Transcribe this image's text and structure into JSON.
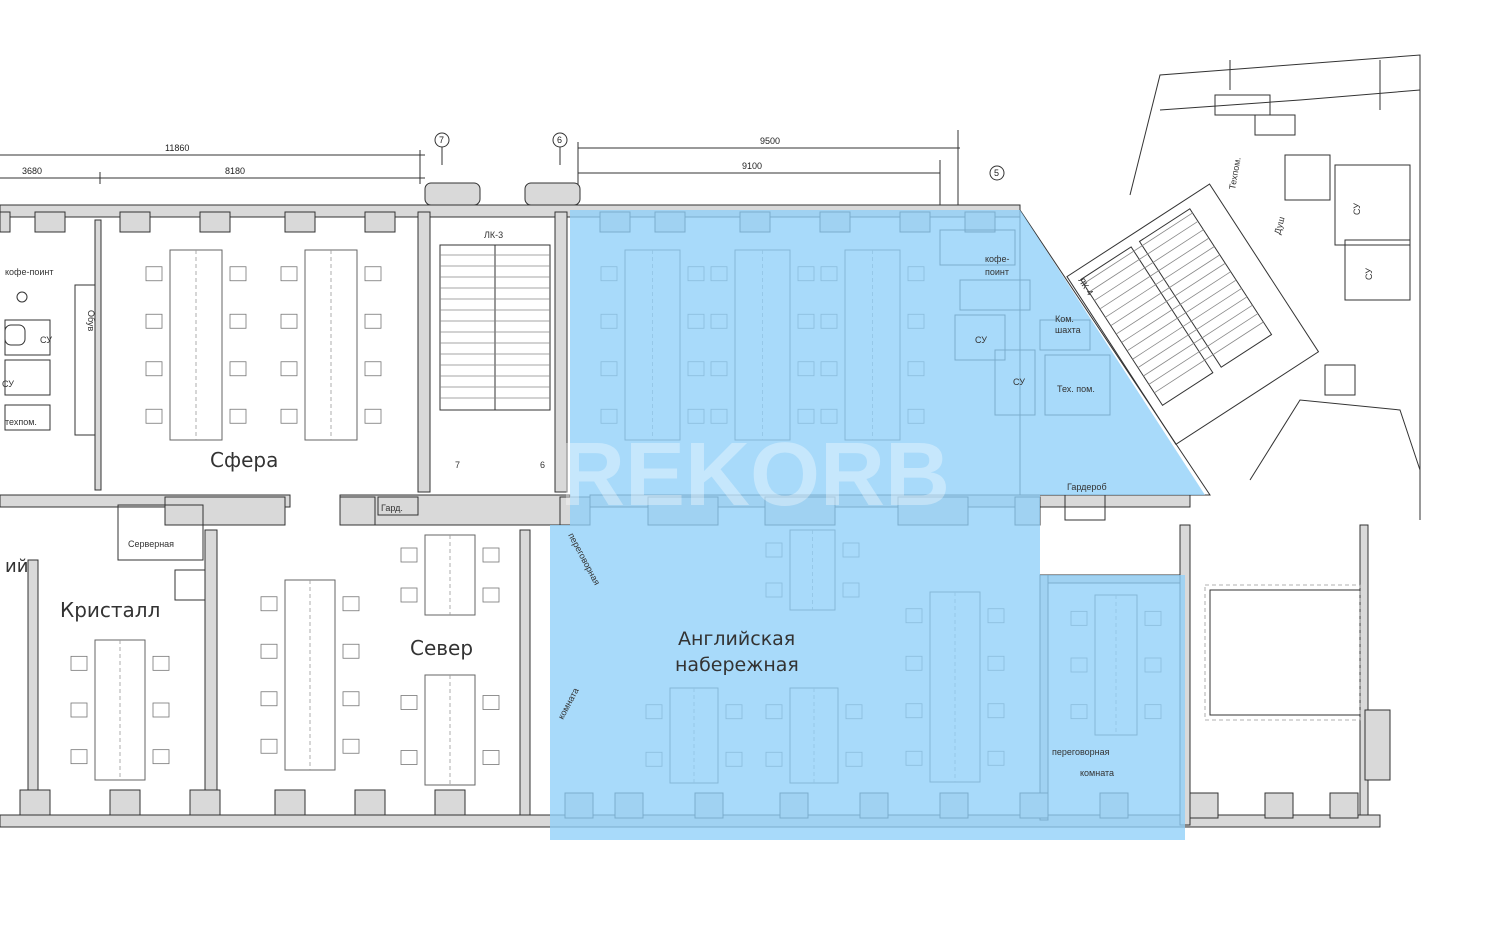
{
  "dimensions": {
    "d_11860": "11860",
    "d_3680": "3680",
    "d_8180": "8180",
    "d_9500": "9500",
    "d_9100": "9100"
  },
  "axes": {
    "a7": "7",
    "a6": "6",
    "a5": "5"
  },
  "rooms": {
    "sfera": "Сфера",
    "kristall": "Кристалл",
    "sever": "Север",
    "anglijskaya_1": "Английская",
    "anglijskaya_2": "набережная",
    "coffee_left": "кофе-поинт",
    "coffee_right_1": "кофе-",
    "coffee_right_2": "поинт",
    "su": "СУ",
    "su2": "СУ",
    "su3": "СУ",
    "su4": "СУ",
    "su5": "СУ",
    "su6": "СУ",
    "obuv": "Обув",
    "tekhpom_left": "техпом.",
    "tekh_pom": "Тех. пом.",
    "kom_shakhta_1": "Ком.",
    "kom_shakhta_2": "шахта",
    "lk3": "ЛК-3",
    "lk4": "ЛК-4",
    "server": "Серверная",
    "gard": "Гард.",
    "garderob": "Гардероб",
    "peregovornaya_1": "переговорная",
    "peregovornaya_2": "комната",
    "peregovornaya_vert_a": "переговорная",
    "peregovornaya_vert_b": "комната",
    "partial_iy": "ий",
    "dush": "Душ",
    "tekhpom_right": "Техпом.",
    "num7": "7",
    "num6": "6"
  },
  "highlight": {
    "color": "#8fd0f8",
    "opacity": 0.78
  },
  "watermark": "REKORB"
}
